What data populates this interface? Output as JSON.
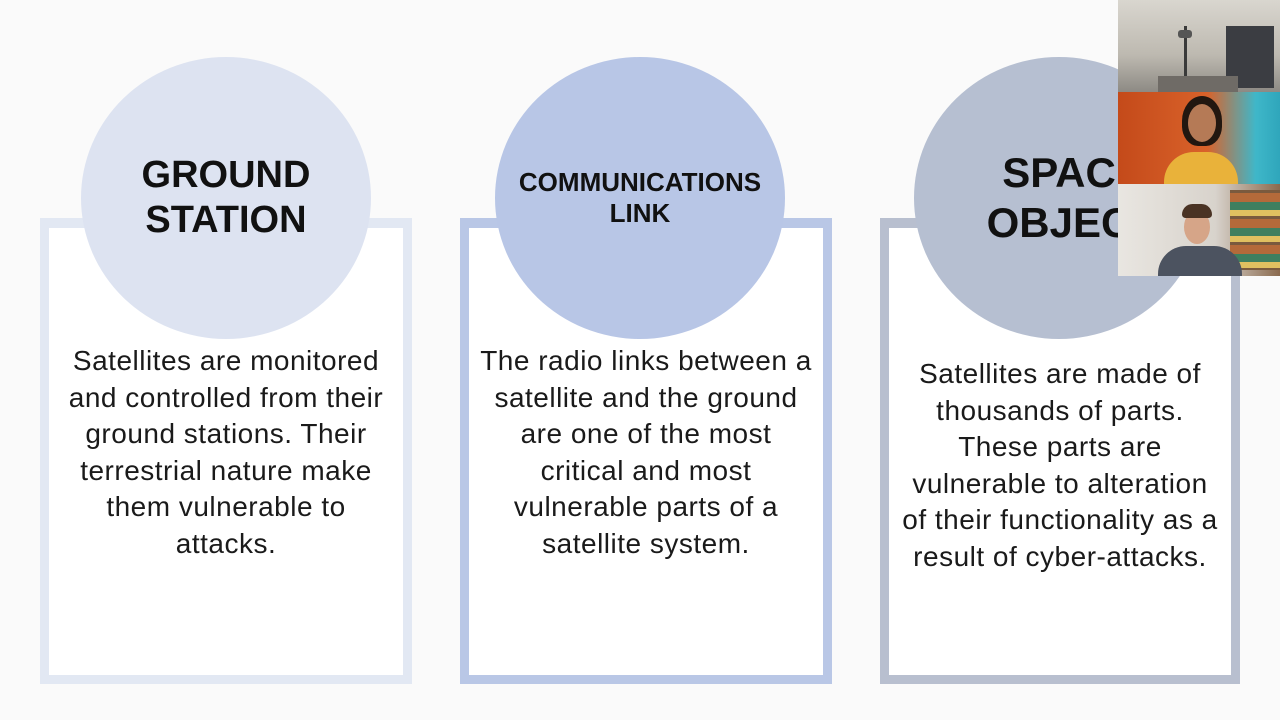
{
  "slide": {
    "cards": [
      {
        "heading": "GROUND\nSTATION",
        "body": "Satellites are monitored and controlled from their ground stations. Their terrestrial nature make them vulnerable to attacks."
      },
      {
        "heading": "COMMUNICATIONS\nLINK",
        "body": "The radio links between a satellite and the ground are one of the most critical and most vulnerable parts of a satellite system."
      },
      {
        "heading": "SPAC\nOBJEC",
        "body": "Satellites are made of thousands of parts. These parts are vulnerable to alteration of their functionality as a result of cyber-attacks."
      }
    ],
    "colors": {
      "card1": "#dde3f1",
      "card2": "#b8c6e6",
      "card3": "#b6bfd1"
    }
  },
  "video_call": {
    "participant_count": 3
  }
}
